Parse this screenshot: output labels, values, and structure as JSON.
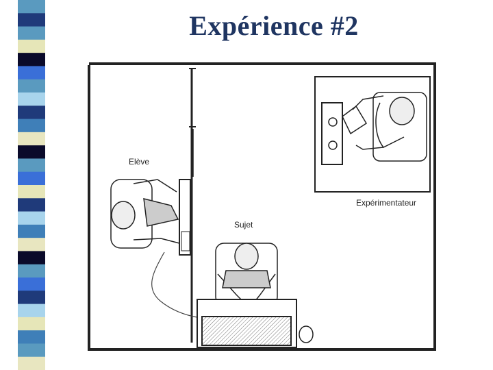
{
  "title": "Expérience #2",
  "diagram": {
    "labels": {
      "eleve": "Elève",
      "sujet": "Sujet",
      "experimentateur": "Expérimentateur"
    }
  },
  "decoration": {
    "stripe_colors": [
      "#5a9abf",
      "#1f3a7a",
      "#e6e6b8",
      "#0a0a2a",
      "#3a6fd8",
      "#a8d4ec",
      "#3f7fb8",
      "#e8e6c0"
    ]
  }
}
